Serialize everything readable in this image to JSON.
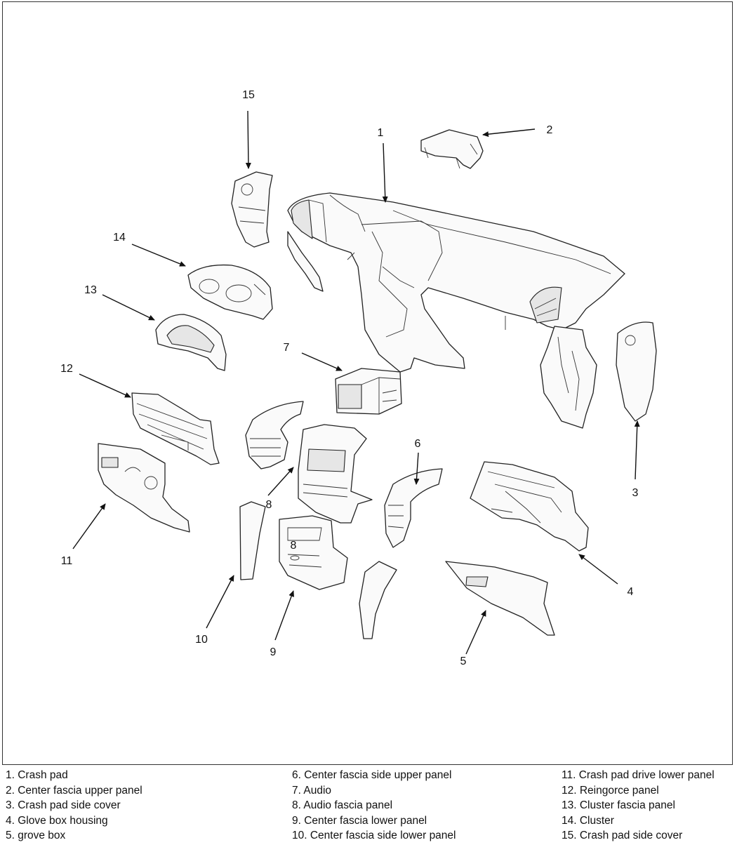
{
  "callouts": [
    "1",
    "2",
    "3",
    "4",
    "5",
    "6",
    "7",
    "8",
    "8",
    "9",
    "10",
    "11",
    "12",
    "13",
    "14",
    "15"
  ],
  "legend": {
    "col1": [
      "1. Crash pad",
      "2. Center fascia upper panel",
      "3. Crash pad side cover",
      "4. Glove box housing",
      "5. grove box"
    ],
    "col2": [
      "6. Center fascia side upper panel",
      "7. Audio",
      "8. Audio fascia panel",
      "9. Center fascia lower panel",
      "10. Center fascia side lower panel"
    ],
    "col3": [
      "11. Crash pad drive lower panel",
      "12. Reingorce panel",
      "13. Cluster fascia panel",
      "14. Cluster",
      "15. Crash pad side cover"
    ]
  }
}
